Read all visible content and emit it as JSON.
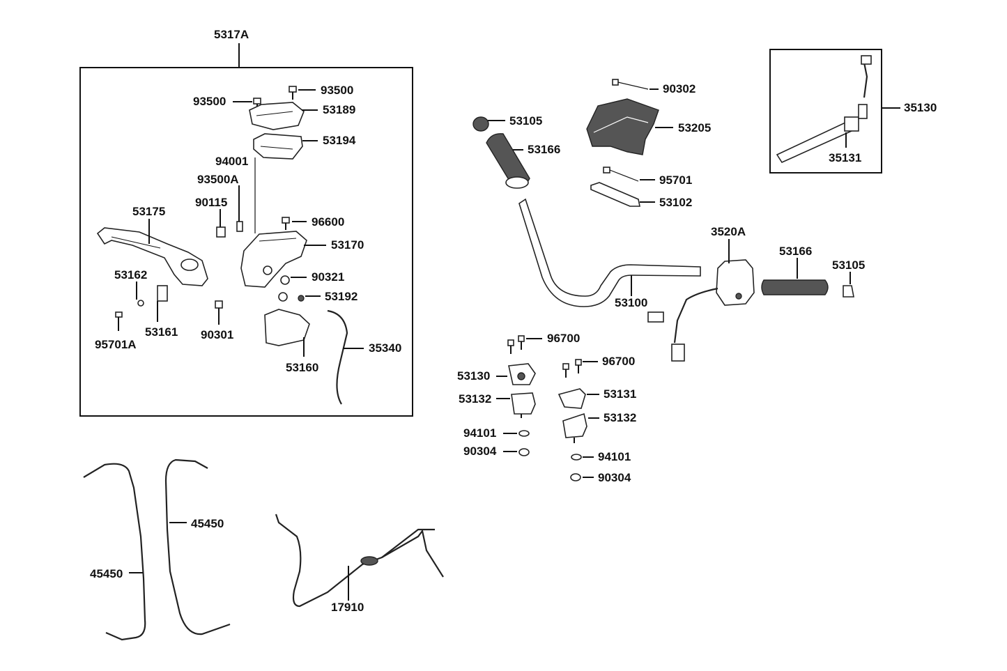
{
  "labels": {
    "grp_5317A": "5317A",
    "p93500_a": "93500",
    "p93500_b": "93500",
    "p53189": "53189",
    "p53194": "53194",
    "p94001": "94001",
    "p93500A": "93500A",
    "p90115": "90115",
    "p53175": "53175",
    "p96600": "96600",
    "p53170": "53170",
    "p53162": "53162",
    "p90321": "90321",
    "p53192": "53192",
    "p53161": "53161",
    "p90301": "90301",
    "p95701A": "95701A",
    "p35340": "35340",
    "p53160": "53160",
    "p90302": "90302",
    "p53105_a": "53105",
    "p53166_a": "53166",
    "p53205": "53205",
    "p95701": "95701",
    "p53102": "53102",
    "p35130": "35130",
    "p35131": "35131",
    "p3520A": "3520A",
    "p53166_b": "53166",
    "p53105_b": "53105",
    "p53100": "53100",
    "p96700_a": "96700",
    "p96700_b": "96700",
    "p53130": "53130",
    "p53131": "53131",
    "p53132_a": "53132",
    "p53132_b": "53132",
    "p94101_a": "94101",
    "p94101_b": "94101",
    "p90304_a": "90304",
    "p90304_b": "90304",
    "p45450_a": "45450",
    "p45450_b": "45450",
    "p17910": "17910"
  }
}
